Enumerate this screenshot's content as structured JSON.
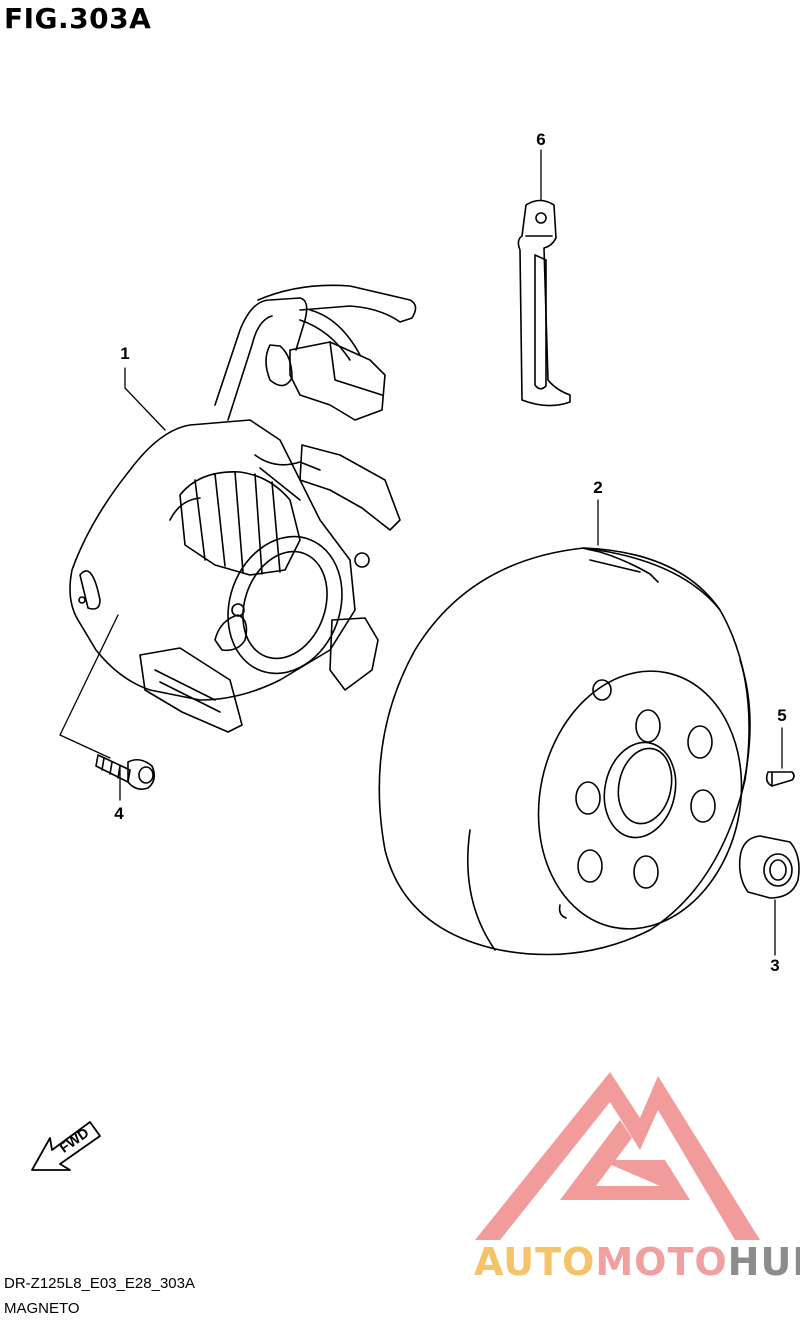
{
  "figure": {
    "title": "FIG.303A",
    "code": "DR-Z125L8_E03_E28_303A",
    "name": "MAGNETO"
  },
  "callouts": {
    "c1": "1",
    "c2": "2",
    "c3": "3",
    "c4": "4",
    "c5": "5",
    "c6": "6"
  },
  "fwd_label": "FWD",
  "watermark": {
    "part1": "AUTO",
    "part2": "MOTO",
    "part3": "HUB",
    "colors": {
      "auto": "#f5c46a",
      "moto": "#f0a0a0",
      "hub": "#8c8c8c",
      "logo": "#f08a8a"
    }
  }
}
